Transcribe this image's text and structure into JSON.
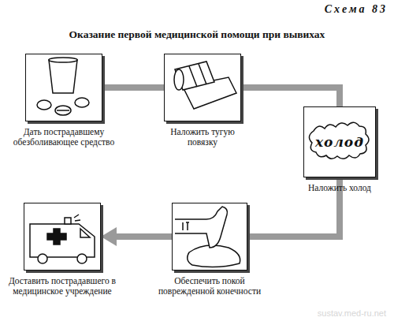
{
  "diagram": {
    "title": "Оказание первой медицинской помощи при вывихах",
    "nodes": [
      {
        "text": [
          "Дать пострадавшему обезболивающее средство"
        ]
      },
      {
        "text": [
          "Наложить тугую повязку"
        ]
      },
      {
        "text": [
          "холод",
          "Наложить холод"
        ]
      },
      {
        "text": [
          "Обеспечить покой поврежденной конечности"
        ]
      },
      {
        "text": [
          "Доставить пострадавшего в медицинское учреждение"
        ]
      }
    ],
    "edges": [
      {
        "from": 0,
        "to": 1,
        "arrow": "none"
      },
      {
        "from": 1,
        "to": 2,
        "arrow": "none"
      },
      {
        "from": 2,
        "to": 3,
        "arrow": "none"
      },
      {
        "from": 3,
        "to": 4,
        "arrow": "to"
      }
    ],
    "labels": [
      "Схема 83",
      "sustav.med-ru.net"
    ]
  }
}
